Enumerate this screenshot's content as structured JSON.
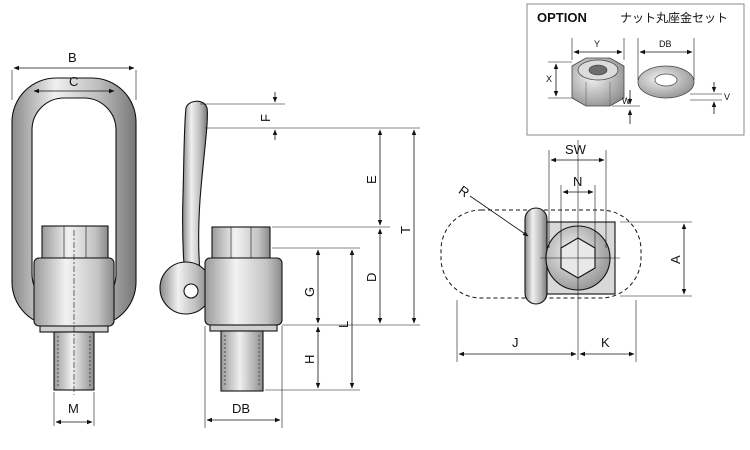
{
  "labels": {
    "b": "B",
    "c": "C",
    "m": "M",
    "f": "F",
    "e": "E",
    "d": "D",
    "t": "T",
    "g": "G",
    "l": "L",
    "h": "H",
    "db": "DB",
    "sw": "SW",
    "n": "N",
    "r": "R",
    "a": "A",
    "j": "J",
    "k": "K"
  },
  "option": {
    "title": "OPTION",
    "subtitle": "ナット丸座金セット",
    "y": "Y",
    "x": "X",
    "w": "W",
    "db": "DB",
    "v": "V"
  },
  "colors": {
    "metal_light": "#e4e4e4",
    "metal_mid": "#b9b9b9",
    "metal_dark": "#7a7a7a",
    "line": "#111111"
  }
}
